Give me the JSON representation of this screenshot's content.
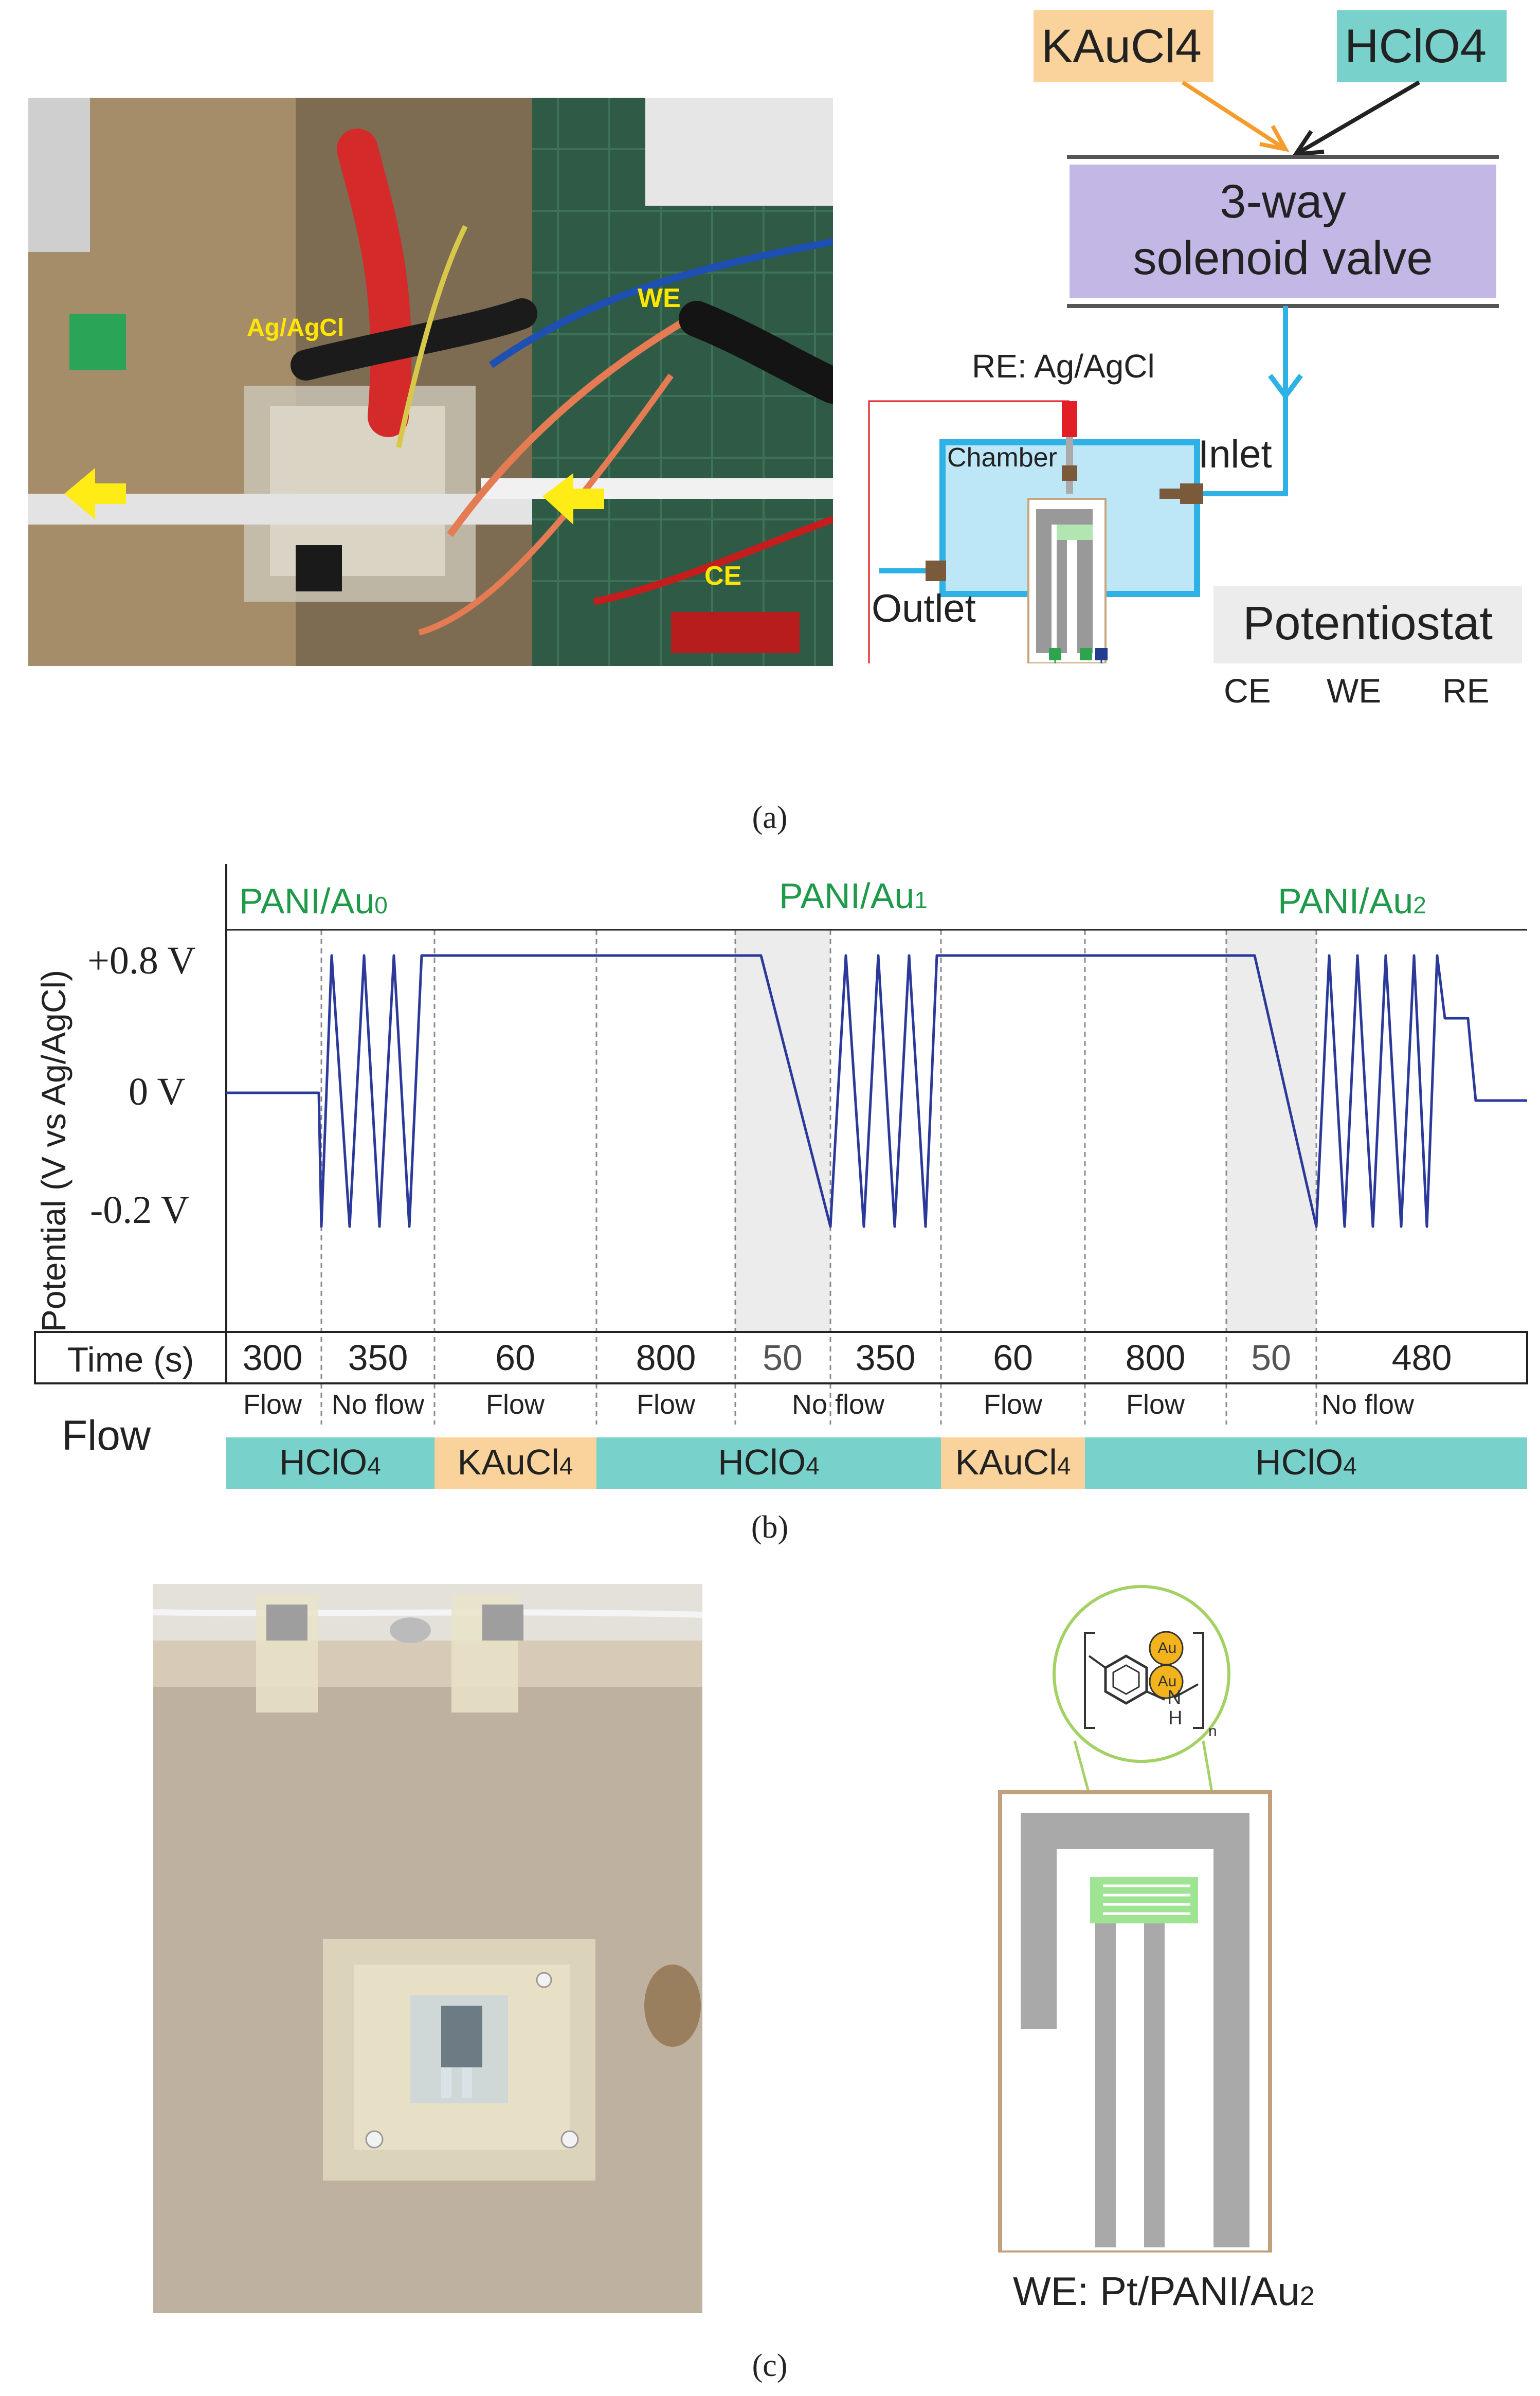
{
  "panel_a": {
    "caption": "(a)",
    "photo_labels": {
      "ref": "Ag/AgCl",
      "we": "WE",
      "ce": "CE"
    },
    "schematic": {
      "reagent_1": "KAuCl4",
      "reagent_2": "HClO4",
      "valve_line1": "3-way",
      "valve_line2": "solenoid valve",
      "re_label": "RE: Ag/AgCl",
      "chamber": "Chamber",
      "inlet": "Inlet",
      "outlet": "Outlet",
      "potentiostat": "Potentiostat",
      "ce": "CE",
      "we": "WE",
      "re": "RE"
    }
  },
  "panel_b": {
    "caption": "(b)",
    "ylabel": "Potential (V vs Ag/AgCl)",
    "ytick_top": "+0.8 V",
    "ytick_mid": "0 V",
    "ytick_bot": "-0.2 V",
    "stage_labels": [
      "PANI/Au0",
      "PANI/Au1",
      "PANI/Au2"
    ],
    "time_header": "Time (s)",
    "times": [
      "300",
      "350",
      "60",
      "800",
      "50",
      "350",
      "60",
      "800",
      "50",
      "480"
    ],
    "flow_header": "Flow",
    "flow_states": [
      "Flow",
      "No flow",
      "Flow",
      "Flow",
      "No flow",
      "Flow",
      "Flow",
      "No flow"
    ],
    "solution_bars": [
      "HClO4",
      "KAuCl4",
      "HClO4",
      "KAuCl4",
      "HClO4"
    ],
    "colors": {
      "trace": "#2b3a9a",
      "green_text": "#1f9a4a",
      "teal": "#78d1cb",
      "orange": "#f9d39b",
      "shade": "#ececec"
    }
  },
  "panel_c": {
    "caption": "(c)",
    "au": "Au",
    "n_label": "N",
    "h_label": "H",
    "n_sub": "n",
    "we_caption": "WE: Pt/PANI/Au2"
  }
}
